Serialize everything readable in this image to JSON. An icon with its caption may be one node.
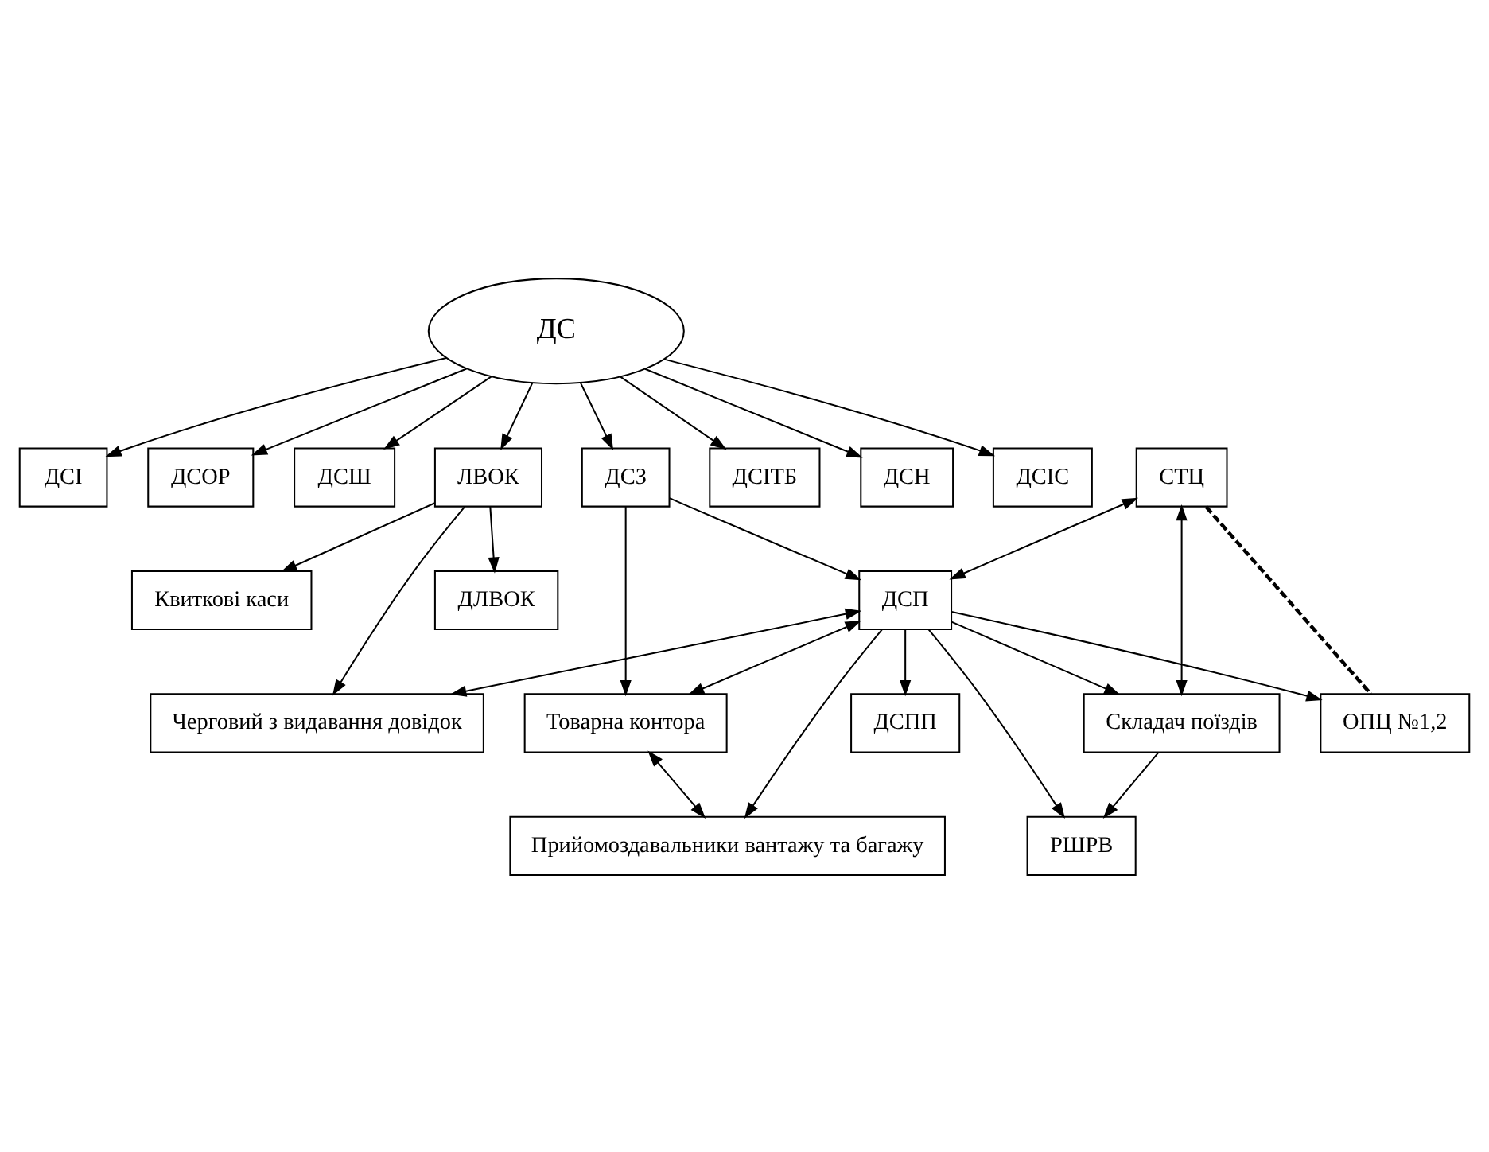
{
  "diagram": {
    "nodes": [
      {
        "text": [
          "ДС"
        ]
      },
      {
        "text": [
          "ДСІТБ"
        ]
      },
      {
        "text": [
          "ДСН"
        ]
      },
      {
        "text": [
          "ДСІС"
        ]
      },
      {
        "text": [
          "ДСІ"
        ]
      },
      {
        "text": [
          "ДСОР"
        ]
      },
      {
        "text": [
          "ДСШ"
        ]
      },
      {
        "text": [
          "ДСЗ"
        ]
      },
      {
        "text": [
          "ЛВОК"
        ]
      },
      {
        "text": [
          "ДЛВОК"
        ]
      },
      {
        "text": [
          "СТЦ"
        ]
      },
      {
        "text": [
          "ДСП"
        ]
      },
      {
        "text": [
          "Товарна контора"
        ]
      },
      {
        "text": [
          "Черговий з видавання довідок"
        ]
      },
      {
        "text": [
          "Квиткові каси"
        ]
      },
      {
        "text": [
          "Складач поїздів"
        ]
      },
      {
        "text": [
          "ОПЦ №1,2"
        ]
      },
      {
        "text": [
          "Прийомоздавальники вантажу та багажу"
        ]
      },
      {
        "text": [
          "ДСПП"
        ]
      },
      {
        "text": [
          "РШРВ"
        ]
      }
    ],
    "edges": [
      {
        "from": 0,
        "to": 1,
        "arrow": "to"
      },
      {
        "from": 0,
        "to": 2,
        "arrow": "to"
      },
      {
        "from": 0,
        "to": 3,
        "arrow": "to"
      },
      {
        "from": 0,
        "to": 4,
        "arrow": "to"
      },
      {
        "from": 0,
        "to": 5,
        "arrow": "to"
      },
      {
        "from": 0,
        "to": 6,
        "arrow": "to"
      },
      {
        "from": 0,
        "to": 7,
        "arrow": "to"
      },
      {
        "from": 0,
        "to": 8,
        "arrow": "to"
      },
      {
        "from": 8,
        "to": 9,
        "arrow": "to"
      },
      {
        "from": 8,
        "to": 13,
        "arrow": "to"
      },
      {
        "from": 8,
        "to": 14,
        "arrow": "to"
      },
      {
        "from": 7,
        "to": 11,
        "arrow": "to"
      },
      {
        "from": 7,
        "to": 12,
        "arrow": "to"
      },
      {
        "from": 11,
        "to": 13,
        "arrow": "both"
      },
      {
        "from": 11,
        "to": 12,
        "arrow": "both"
      },
      {
        "from": 10,
        "to": 11,
        "arrow": "both"
      },
      {
        "from": 10,
        "to": 15,
        "arrow": "both"
      },
      {
        "from": 11,
        "to": 15,
        "arrow": "to"
      },
      {
        "from": 11,
        "to": 19,
        "arrow": "to"
      },
      {
        "from": 11,
        "to": 18,
        "arrow": "to"
      },
      {
        "from": 11,
        "to": 16,
        "arrow": "to"
      },
      {
        "from": 11,
        "to": 17,
        "arrow": "to"
      },
      {
        "from": 10,
        "to": 16,
        "arrow": "none",
        "style": "dashed"
      },
      {
        "from": 12,
        "to": 17,
        "arrow": "both"
      },
      {
        "from": 15,
        "to": 19,
        "arrow": "to"
      }
    ]
  }
}
